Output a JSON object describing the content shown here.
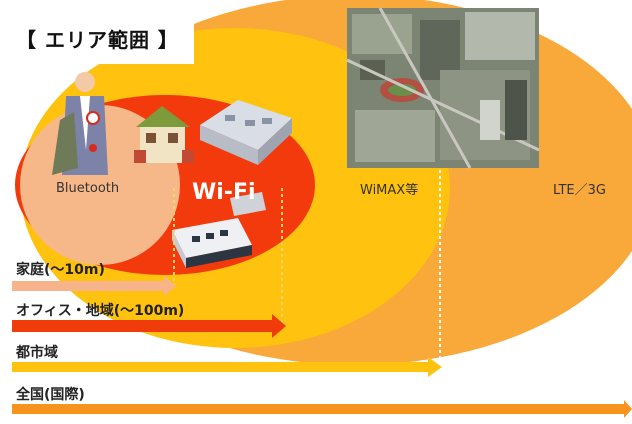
{
  "title": "【 エリア範囲 】",
  "areas": {
    "bluetooth": "Bluetooth",
    "wifi": "Wi-Fi",
    "wimax": "WiMAX等",
    "lte": "LTE／3G"
  },
  "ranges": [
    {
      "label": "家庭(～10m)"
    },
    {
      "label": "オフィス・地域(～100m)"
    },
    {
      "label": "都市域"
    },
    {
      "label": "全国(国際)"
    }
  ],
  "colors": {
    "lte": "#f8a93a",
    "wimax": "#ffc20e",
    "wifi": "#f23a0c",
    "bluetooth": "#f6b889",
    "arrow_home": "#f7b38a",
    "arrow_office": "#f03c0a",
    "arrow_city": "#ffc20e",
    "arrow_nation": "#f7941d"
  }
}
